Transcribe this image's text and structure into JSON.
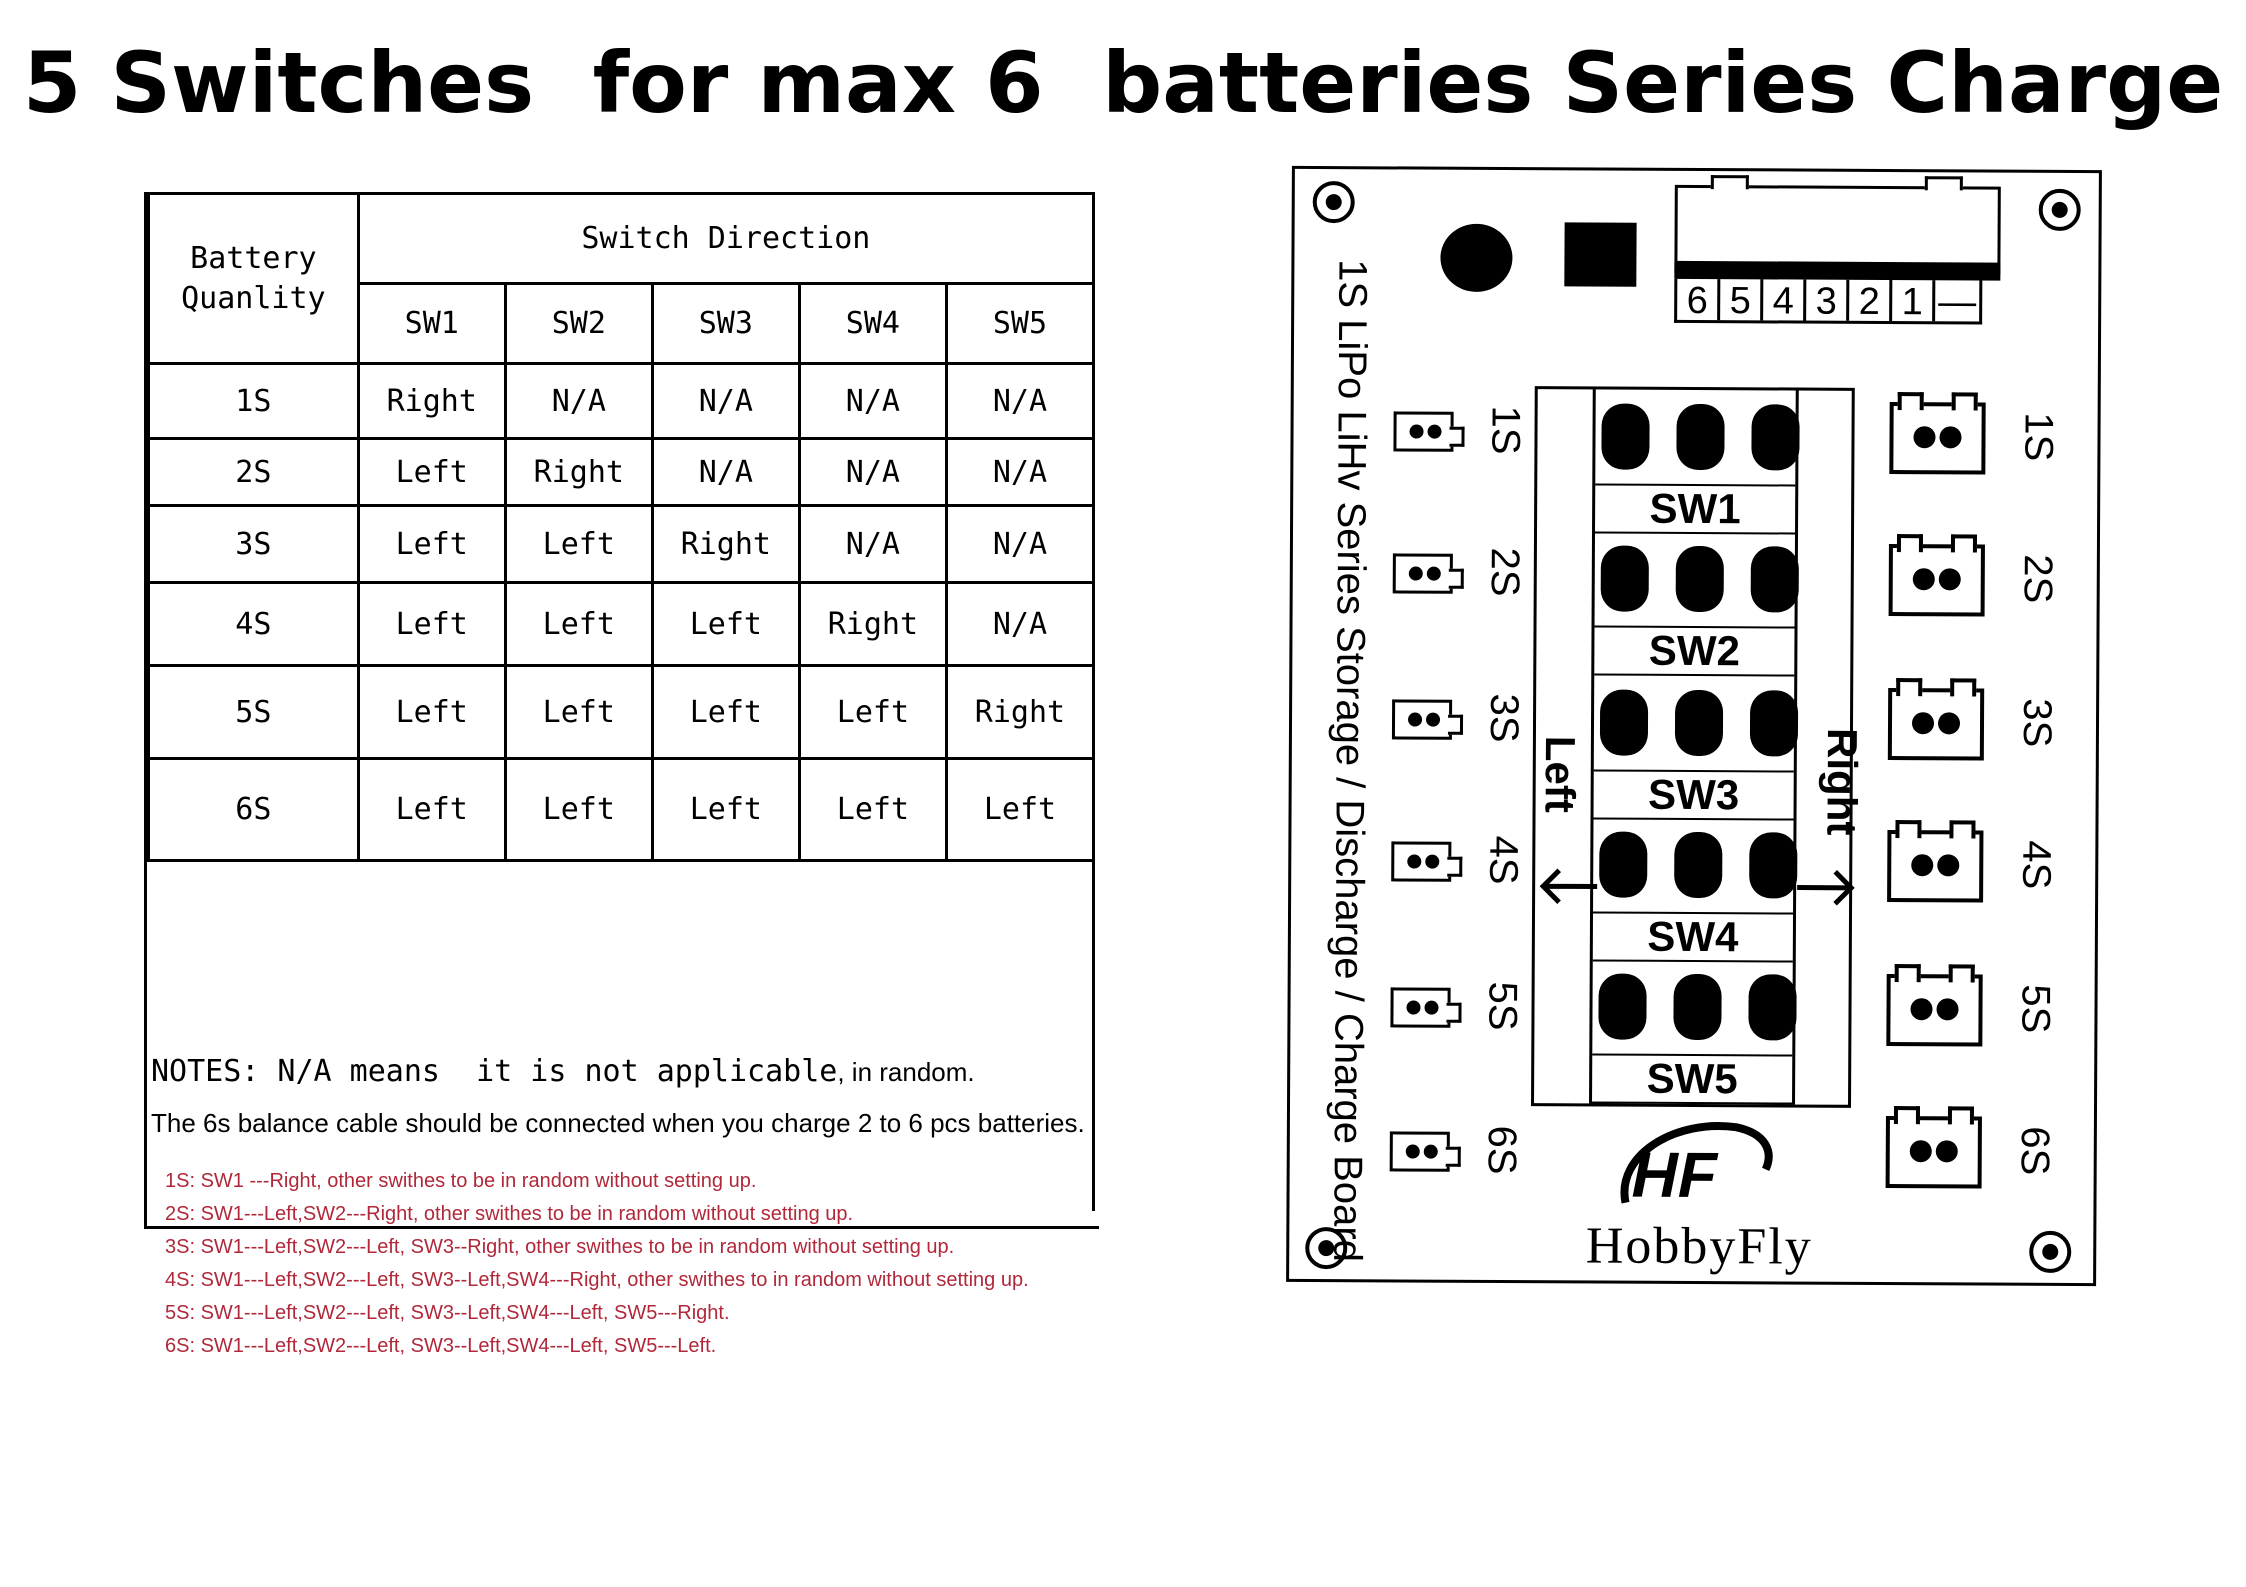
{
  "title": "5 Switches  for max 6  batteries Series Charge",
  "table": {
    "qty_header": "Battery Quanlity",
    "direction_header": "Switch Direction",
    "switch_headers": [
      "SW1",
      "SW2",
      "SW3",
      "SW4",
      "SW5"
    ],
    "rows": [
      {
        "qty": "1S",
        "values": [
          "Right",
          "N/A",
          "N/A",
          "N/A",
          "N/A"
        ]
      },
      {
        "qty": "2S",
        "values": [
          "Left",
          "Right",
          "N/A",
          "N/A",
          "N/A"
        ]
      },
      {
        "qty": "3S",
        "values": [
          "Left",
          "Left",
          "Right",
          "N/A",
          "N/A"
        ]
      },
      {
        "qty": "4S",
        "values": [
          "Left",
          "Left",
          "Left",
          "Right",
          "N/A"
        ]
      },
      {
        "qty": "5S",
        "values": [
          "Left",
          "Left",
          "Left",
          "Left",
          "Right"
        ]
      },
      {
        "qty": "6S",
        "values": [
          "Left",
          "Left",
          "Left",
          "Left",
          "Left"
        ]
      }
    ]
  },
  "notes": {
    "line1": "NOTES: N/A means  it is not applicable",
    "line1_suffix": ", in random.",
    "line2": "The 6s balance cable should be connected when you charge 2 to 6 pcs batteries.",
    "red_color": "#b0283a",
    "details": [
      "1S:  SW1 ---Right, other swithes to be in random without setting up.",
      "2S:  SW1---Left,SW2---Right,  other swithes to be in random without setting up.",
      "3S:  SW1---Left,SW2---Left, SW3--Right, other swithes to be in random without setting up.",
      "4S:  SW1---Left,SW2---Left, SW3--Left,SW4---Right, other swithes to in random without setting up.",
      "5S:  SW1---Left,SW2---Left, SW3--Left,SW4---Left, SW5---Right.",
      "6S:  SW1---Left,SW2---Left, SW3--Left,SW4---Left, SW5---Left."
    ]
  },
  "board": {
    "vertical_label": "1S LiPo LiHv  Series Storage / Discharge / Charge Board",
    "pins": [
      "6",
      "5",
      "4",
      "3",
      "2",
      "1",
      "—"
    ],
    "port_labels": [
      "1S",
      "2S",
      "3S",
      "4S",
      "5S",
      "6S"
    ],
    "switch_labels": [
      "SW1",
      "SW2",
      "SW3",
      "SW4",
      "SW5"
    ],
    "left_label": "Left",
    "right_label": "Right",
    "brand": "HobbyFly",
    "logo_text": "HF"
  }
}
